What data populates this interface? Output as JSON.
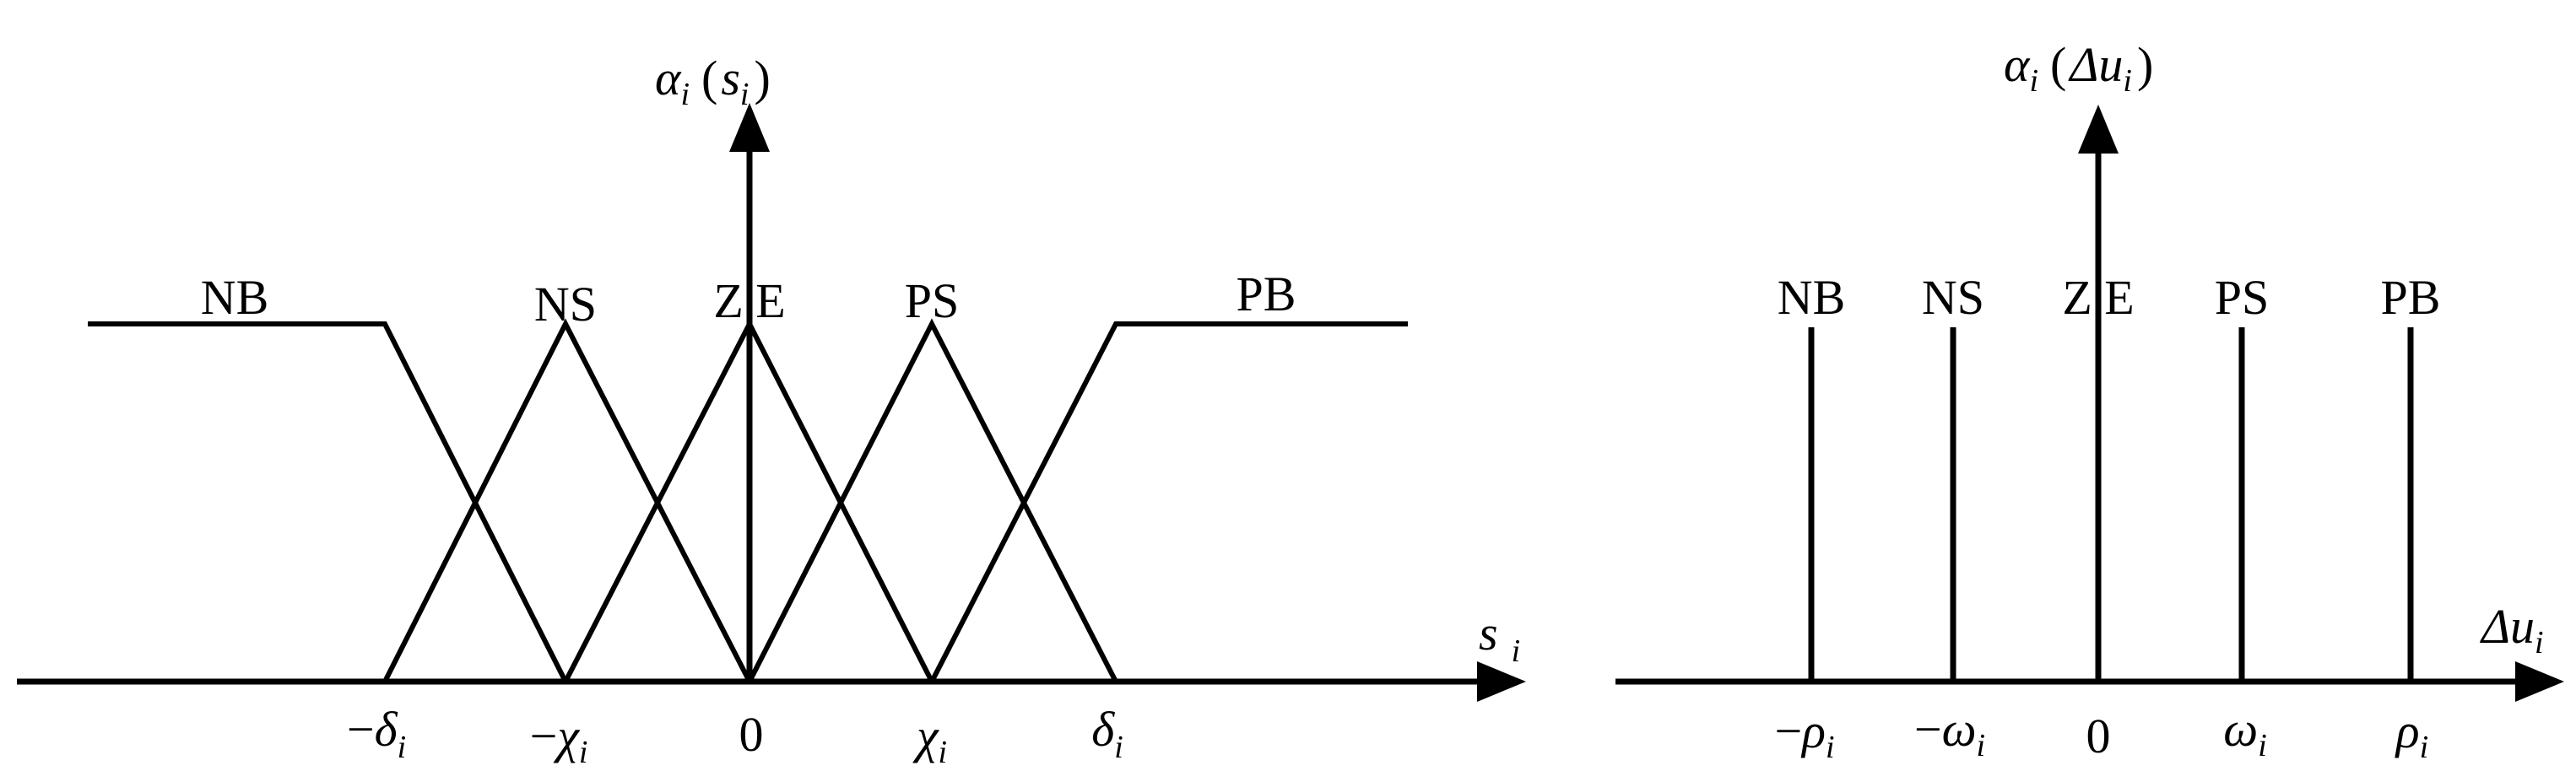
{
  "left_panel": {
    "y_axis_label": {
      "main": "α",
      "sub": "i",
      "open": "(",
      "arg": "s",
      "arg_sub": "i",
      "close": ")"
    },
    "x_axis_label": {
      "main": "s",
      "sub": "i"
    },
    "set_labels": [
      "NB",
      "NS",
      "Z E",
      "PS",
      "PB"
    ],
    "tick_labels": [
      {
        "sign": "−",
        "sym": "δ",
        "sub": "i"
      },
      {
        "sign": "−",
        "sym": "χ",
        "sub": "i"
      },
      {
        "sign": "",
        "sym": "0",
        "sub": ""
      },
      {
        "sign": "",
        "sym": "χ",
        "sub": "i"
      },
      {
        "sign": "",
        "sym": "δ",
        "sub": "i"
      }
    ]
  },
  "right_panel": {
    "y_axis_label": {
      "main": "α",
      "sub": "i",
      "open": "(",
      "arg": "Δu",
      "arg_sub": "i",
      "close": ")"
    },
    "x_axis_label": {
      "main": "Δu",
      "sub": "i"
    },
    "set_labels": [
      "NB",
      "NS",
      "Z E",
      "PS",
      "PB"
    ],
    "tick_labels": [
      {
        "sign": "−",
        "sym": "ρ",
        "sub": "i"
      },
      {
        "sign": "−",
        "sym": "ω",
        "sub": "i"
      },
      {
        "sign": "",
        "sym": "0",
        "sub": ""
      },
      {
        "sign": "",
        "sym": "ω",
        "sub": "i"
      },
      {
        "sign": "",
        "sym": "ρ",
        "sub": "i"
      }
    ]
  }
}
